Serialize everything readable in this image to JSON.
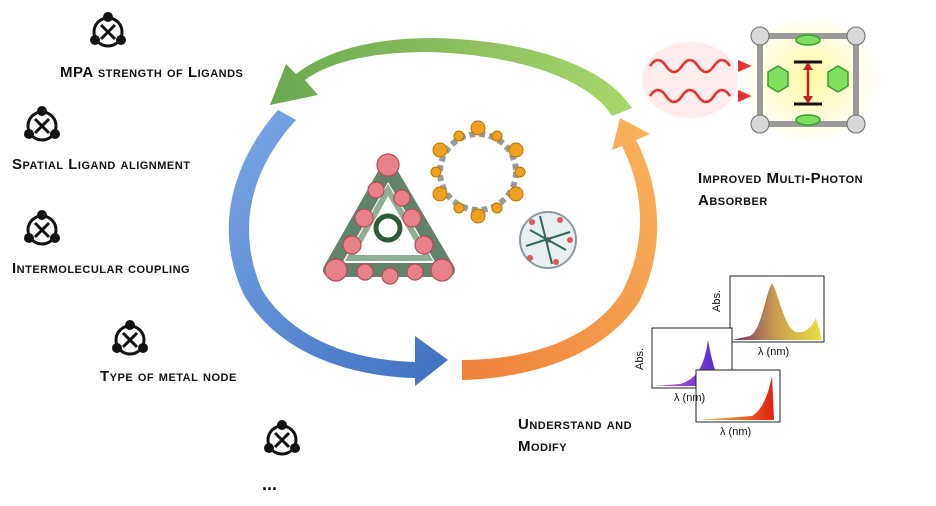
{
  "factors": [
    {
      "label": "MPA strength of Ligands"
    },
    {
      "label": "Spatial Ligand alignment"
    },
    {
      "label": "Intermolecular coupling"
    },
    {
      "label": "Type of metal node"
    },
    {
      "label": "..."
    }
  ],
  "outcome": {
    "line1": "Improved Multi-Photon",
    "line2": "Absorber"
  },
  "cycle": {
    "line1": "Understand and",
    "line2": "Modify"
  },
  "spectra": {
    "ylabel": "Abs.",
    "xlabel": "λ (nm)"
  },
  "icons": {
    "factor_icon": "tools-icon",
    "colors": {
      "arrow_green": "#8cc46a",
      "arrow_blue": "#5b8fd6",
      "arrow_orange": "#f5a04a",
      "spectrum_yellow": "#e2c24a",
      "spectrum_purple": "#5a2bd8",
      "spectrum_red": "#e8421c"
    }
  }
}
